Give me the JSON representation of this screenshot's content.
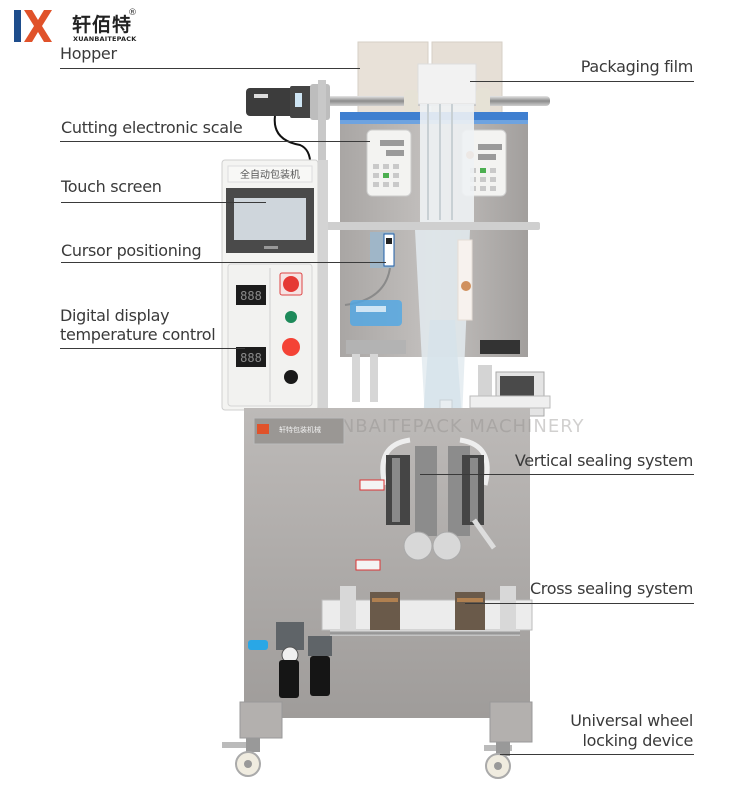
{
  "brand": {
    "name_cn": "轩佰特",
    "name_en": "XUANBAITEPACK",
    "registered_mark": "®",
    "colors": {
      "blue": "#1e4d8c",
      "orange": "#e0522a"
    }
  },
  "product": {
    "panel_title_cn": "全自动包装机",
    "plate_text_cn": "轩特包装机械",
    "watermark": "XUANBAITEPACK MACHINERY"
  },
  "labels": {
    "left": [
      {
        "id": "hopper",
        "text": "Hopper"
      },
      {
        "id": "cutting-electronic-scale",
        "text": "Cutting electronic scale"
      },
      {
        "id": "touch-screen",
        "text": "Touch screen"
      },
      {
        "id": "cursor-positioning",
        "text": "Cursor positioning"
      },
      {
        "id": "digital-display-temperature-control",
        "line1": "Digital display",
        "line2": "temperature control"
      }
    ],
    "right": [
      {
        "id": "packaging-film",
        "text": "Packaging film"
      },
      {
        "id": "vertical-sealing-system",
        "text": "Vertical sealing system"
      },
      {
        "id": "cross-sealing-system",
        "text": "Cross sealing system"
      },
      {
        "id": "universal-wheel-locking-device",
        "line1": "Universal wheel",
        "line2": "locking device"
      }
    ]
  },
  "controls": {
    "temp_display_1": "888",
    "temp_display_2": "888"
  }
}
